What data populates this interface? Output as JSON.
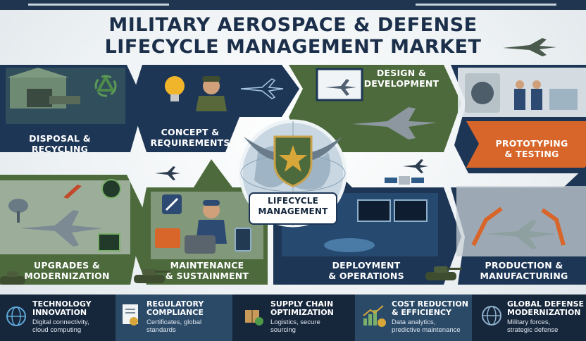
{
  "title": {
    "line1": "MILITARY AEROSPACE & DEFENSE",
    "line2": "LIFECYCLE MANAGEMENT MARKET"
  },
  "center": {
    "label_line1": "LIFECYCLE",
    "label_line2": "MANAGEMENT"
  },
  "stages": [
    {
      "line1": "DISPOSAL &",
      "line2": "RECYCLING"
    },
    {
      "line1": "CONCEPT &",
      "line2": "REQUIREMENTS"
    },
    {
      "line1": "DESIGN &",
      "line2": "DEVELOPMENT"
    },
    {
      "line1": "PROTOTYPING",
      "line2": "& TESTING"
    },
    {
      "line1": "UPGRADES &",
      "line2": "MODERNIZATION"
    },
    {
      "line1": "MAINTENANCE",
      "line2": "& SUSTAINMENT"
    },
    {
      "line1": "DEPLOYMENT",
      "line2": "& OPERATIONS"
    },
    {
      "line1": "PRODUCTION &",
      "line2": "MANUFACTURING"
    }
  ],
  "factors": [
    {
      "head1": "TECHNOLOGY",
      "head2": "INNOVATION",
      "sub1": "Digital connectivity,",
      "sub2": "cloud computing",
      "icon": "network-globe-icon"
    },
    {
      "head1": "REGULATORY",
      "head2": "COMPLIANCE",
      "sub1": "Certificates, global",
      "sub2": "standards",
      "icon": "certificate-icon"
    },
    {
      "head1": "SUPPLY CHAIN",
      "head2": "OPTIMIZATION",
      "sub1": "Logistics, secure",
      "sub2": "sourcing",
      "icon": "package-icon"
    },
    {
      "head1": "COST REDUCTION",
      "head2": "& EFFICIENCY",
      "sub1": "Data analytics,",
      "sub2": "predictive maintenance",
      "icon": "growth-chart-icon"
    },
    {
      "head1": "GLOBAL DEFENSE",
      "head2": "MODERNIZATION",
      "sub1": "Military forces,",
      "sub2": "strategic defense",
      "icon": "globe-icon"
    }
  ],
  "colors": {
    "navy": "#1c3554",
    "green": "#4d6a3a",
    "orange": "#d8662a",
    "blue": "#2d5a86"
  }
}
